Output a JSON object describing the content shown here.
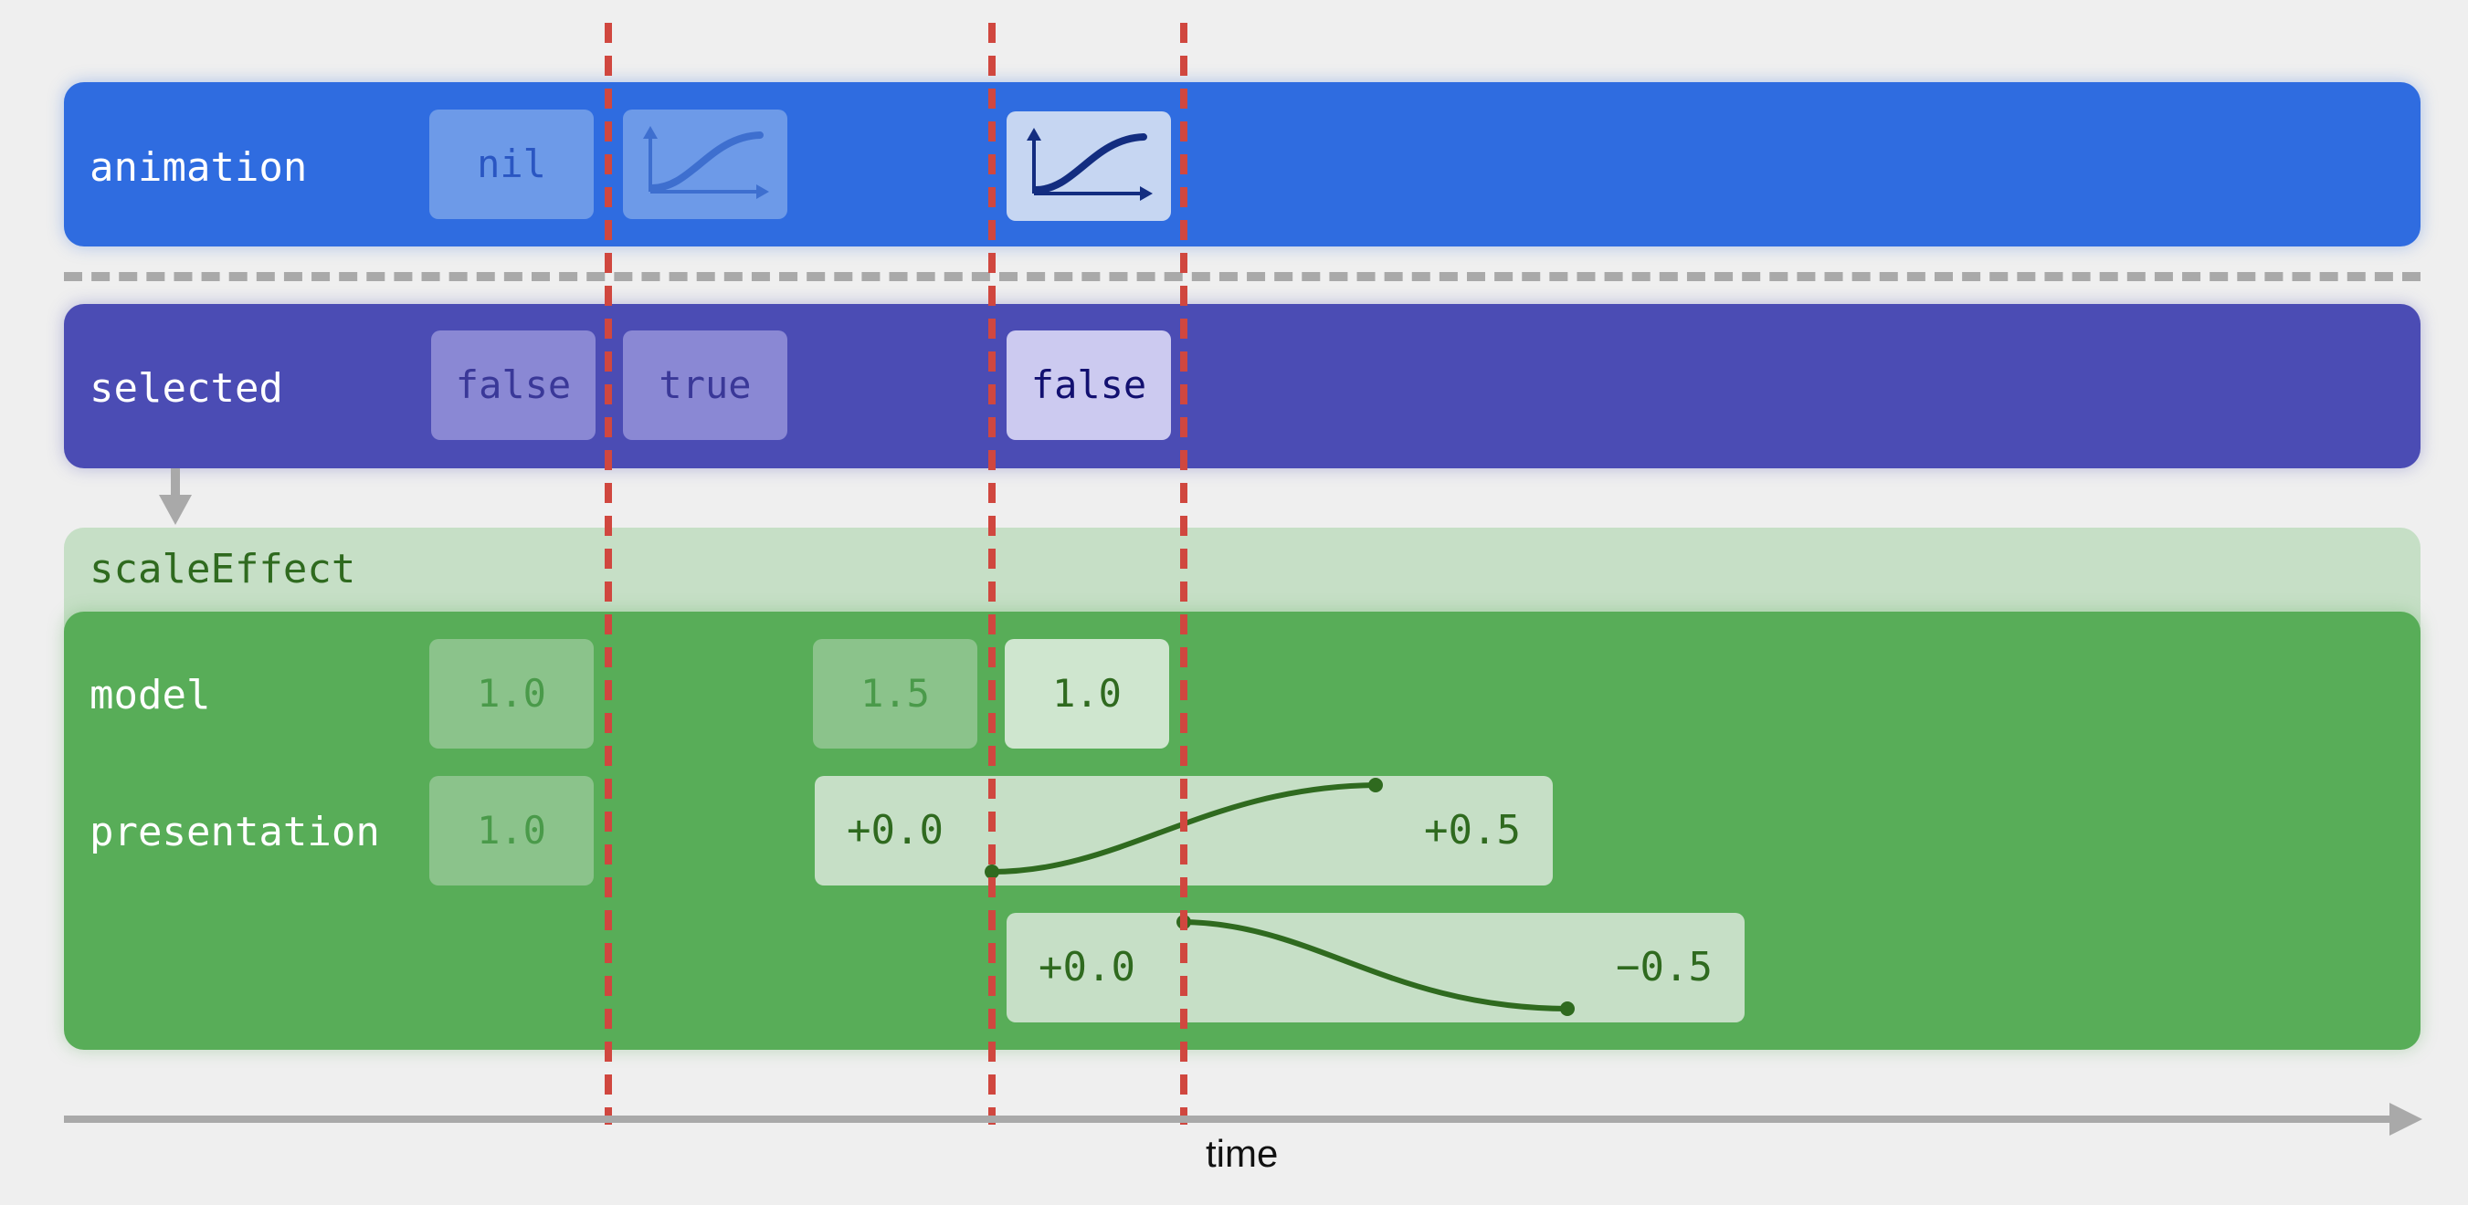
{
  "rows": {
    "animation": {
      "label": "animation",
      "values": {
        "nil": "nil"
      }
    },
    "selected": {
      "label": "selected",
      "values": {
        "first": "false",
        "second": "true",
        "third": "false"
      }
    },
    "scale_effect": {
      "label": "scaleEffect",
      "model": {
        "label": "model",
        "values": {
          "first": "1.0",
          "second": "1.5",
          "third": "1.0"
        }
      },
      "presentation": {
        "label": "presentation",
        "value": "1.0",
        "transition_up": {
          "start": "+0.0",
          "end": "+0.5"
        },
        "transition_down": {
          "start": "+0.0",
          "end": "−0.5"
        }
      }
    }
  },
  "axis": {
    "label": "time"
  },
  "icons": {
    "curve_dim": "ease-curve-icon",
    "curve_bright": "ease-curve-icon",
    "dependency_arrow": "arrow-down-icon"
  },
  "colors": {
    "animation_track": "#2f6ce0",
    "selected_track": "#4b4cb4",
    "scale_effect_track": "#58ad58",
    "scale_effect_header": "#c6dfc6",
    "event_marker": "#d0473f",
    "curve": "#2f6a1f"
  }
}
